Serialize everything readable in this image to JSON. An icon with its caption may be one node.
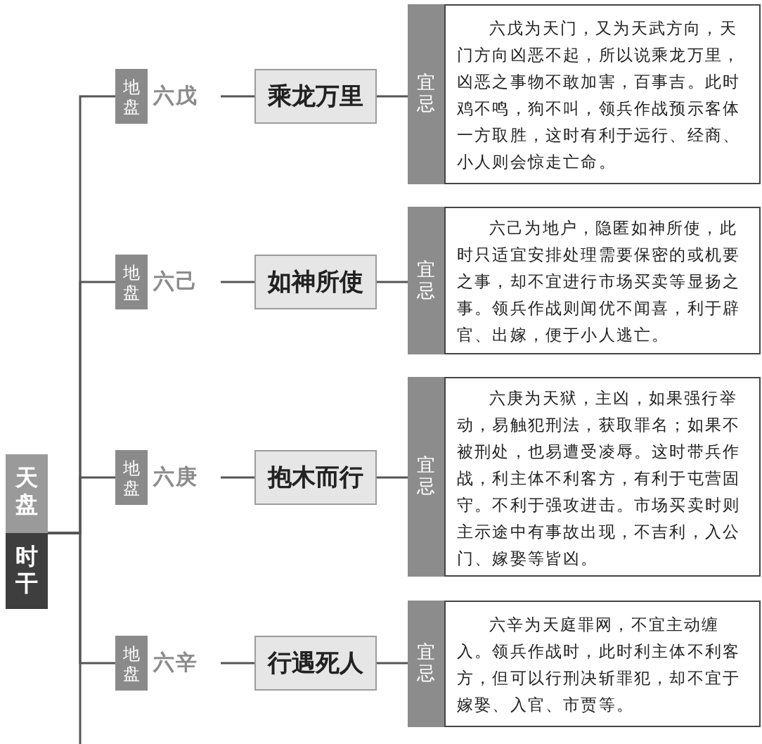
{
  "diagram": {
    "nodes": [
      {
        "text": [
          "天盘",
          "时干"
        ]
      },
      {
        "text": [
          "地盘"
        ]
      },
      {
        "text": [
          "六戊"
        ]
      },
      {
        "text": [
          "乘龙万里"
        ]
      },
      {
        "text": [
          "宜忌",
          "六戊为天门，又为天武方向，天门方向凶恶不起，所以说乘龙万里，凶恶之事物不敢加害，百事吉。此时鸡不鸣，狗不叫，领兵作战预示客体一方取胜，这时有利于远行、经商、小人则会惊走亡命。"
        ]
      },
      {
        "text": [
          "地盘"
        ]
      },
      {
        "text": [
          "六己"
        ]
      },
      {
        "text": [
          "如神所使"
        ]
      },
      {
        "text": [
          "宜忌",
          "六己为地户，隐匿如神所使，此时只适宜安排处理需要保密的或机要之事，却不宜进行市场买卖等显扬之事。领兵作战则闻优不闻喜，利于辟官、出嫁，便于小人逃亡。"
        ]
      },
      {
        "text": [
          "地盘"
        ]
      },
      {
        "text": [
          "六庚"
        ]
      },
      {
        "text": [
          "抱木而行"
        ]
      },
      {
        "text": [
          "宜忌",
          "六庚为天狱，主凶，如果强行举动，易触犯刑法，获取罪名；如果不被刑处，也易遭受凌辱。这时带兵作战，利主体不利客方，有利于屯营固守。不利于强攻进击。市场买卖时则主示途中有事故出现，不吉利，入公门、嫁娶等皆凶。"
        ]
      },
      {
        "text": [
          "地盘"
        ]
      },
      {
        "text": [
          "六辛"
        ]
      },
      {
        "text": [
          "行遇死人"
        ]
      },
      {
        "text": [
          "宜忌",
          "六辛为天庭罪网，不宜主动缠入。领兵作战时，此时利主体不利客方，但可以行刑决斩罪犯，却不宜于嫁娶、入官、市贾等。"
        ]
      }
    ],
    "edges": [
      {
        "from": 0,
        "to": 1,
        "arrow": "none"
      },
      {
        "from": 2,
        "to": 3,
        "arrow": "none"
      },
      {
        "from": 3,
        "to": 4,
        "arrow": "none"
      },
      {
        "from": 0,
        "to": 5,
        "arrow": "none"
      },
      {
        "from": 6,
        "to": 7,
        "arrow": "none"
      },
      {
        "from": 7,
        "to": 8,
        "arrow": "none"
      },
      {
        "from": 0,
        "to": 9,
        "arrow": "none"
      },
      {
        "from": 10,
        "to": 11,
        "arrow": "none"
      },
      {
        "from": 11,
        "to": 12,
        "arrow": "none"
      },
      {
        "from": 0,
        "to": 13,
        "arrow": "none"
      },
      {
        "from": 14,
        "to": 15,
        "arrow": "none"
      },
      {
        "from": 15,
        "to": 16,
        "arrow": "none"
      },
      {
        "from": 0,
        "to": null,
        "arrow": "none"
      }
    ]
  }
}
